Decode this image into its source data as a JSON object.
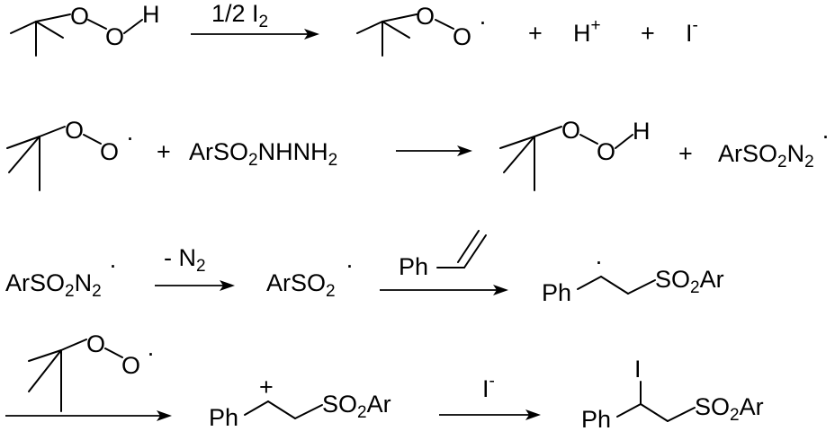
{
  "diagram": {
    "title": "",
    "colors": {
      "ink": "#000000",
      "background": "#ffffff"
    },
    "atoms": {
      "oxygen": "O",
      "hydrogen": "H",
      "iodine": "I"
    },
    "radical_dot": "·",
    "plus_sign": "+",
    "reactions": [
      {
        "reagent_above_arrow": {
          "main": "1/2 I",
          "subscript": "2"
        },
        "products": {
          "proton": "H",
          "proton_charge": "+",
          "iodide": "I",
          "iodide_charge": "-"
        }
      },
      {
        "reactant": {
          "parts": [
            "ArSO",
            "2",
            "NHNH",
            "2"
          ]
        },
        "product": {
          "parts": [
            "ArSO",
            "2",
            "N",
            "2"
          ]
        }
      },
      {
        "reactant": {
          "parts": [
            "ArSO",
            "2",
            "N",
            "2"
          ]
        },
        "loss_label": {
          "main": "- N",
          "subscript": "2"
        },
        "intermediate": {
          "main": "ArSO",
          "subscript": "2"
        },
        "reagent_above_arrow": "Ph",
        "product": {
          "phenyl": "Ph",
          "sulfonyl": {
            "main": "SO",
            "subscript": "2",
            "tail": "Ar"
          }
        }
      },
      {
        "cation": {
          "phenyl": "Ph",
          "charge": "+",
          "sulfonyl": {
            "main": "SO",
            "subscript": "2",
            "tail": "Ar"
          }
        },
        "reagent_above_arrow": {
          "main": "I",
          "superscript": "-"
        },
        "product": {
          "iodo": "I",
          "phenyl": "Ph",
          "sulfonyl": {
            "main": "SO",
            "subscript": "2",
            "tail": "Ar"
          }
        }
      }
    ]
  }
}
